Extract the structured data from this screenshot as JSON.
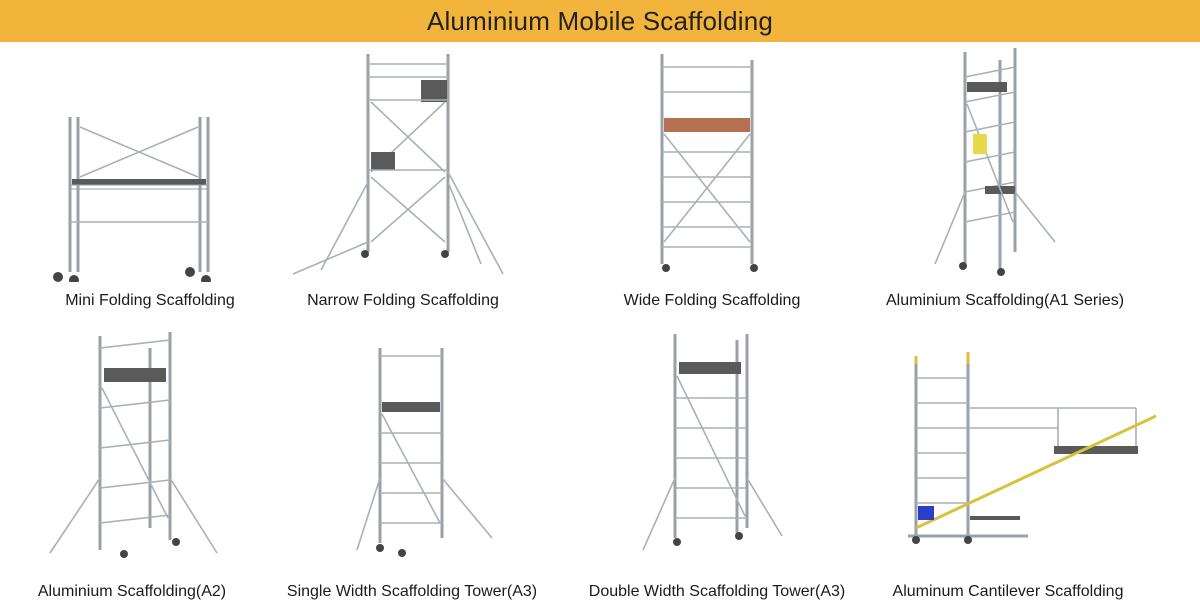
{
  "header": {
    "title": "Aluminium Mobile Scaffolding"
  },
  "products": [
    {
      "label": "Mini Folding Scaffolding",
      "icon": "mini-folding-scaffold-icon"
    },
    {
      "label": "Narrow Folding Scaffolding",
      "icon": "narrow-folding-scaffold-icon"
    },
    {
      "label": "Wide Folding Scaffolding",
      "icon": "wide-folding-scaffold-icon"
    },
    {
      "label": "Aluminium Scaffolding(A1 Series)",
      "icon": "a1-scaffold-icon"
    },
    {
      "label": "Aluminium Scaffolding(A2)",
      "icon": "a2-scaffold-icon"
    },
    {
      "label": "Single Width Scaffolding Tower(A3)",
      "icon": "single-width-tower-icon"
    },
    {
      "label": "Double Width Scaffolding Tower(A3)",
      "icon": "double-width-tower-icon"
    },
    {
      "label": "Aluminum Cantilever Scaffolding",
      "icon": "cantilever-scaffold-icon"
    }
  ],
  "colors": {
    "banner": "#f3b43c",
    "frame": "#9aa0a8",
    "accent_yellow": "#e9d84a"
  }
}
